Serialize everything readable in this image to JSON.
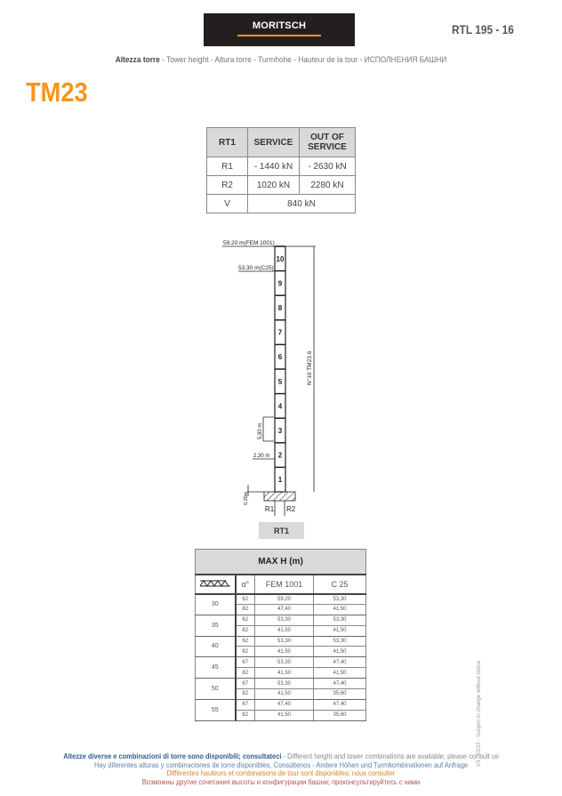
{
  "header": {
    "logo": "MORITSCH",
    "code": "RTL 195 - 16",
    "subtitle_bold": "Altezza torre",
    "subtitle_rest": " - Tower height - Altura torre -  Turmhohe - Hauteur de la tour - ИСПОЛНЕНИЯ БАШНИ",
    "model": "TM23"
  },
  "reactions": {
    "headers": [
      "RT1",
      "SERVICE",
      "OUT OF SERVICE"
    ],
    "rows": [
      [
        "R1",
        "- 1440 kN",
        "- 2630 kN"
      ],
      [
        "R2",
        "1020 kN",
        "2280 kN"
      ]
    ],
    "v_label": "V",
    "v_value": "840 kN"
  },
  "diagram": {
    "top_label": "59.20 m(FEM 1001)",
    "c25_label": "53.30 m(C25)",
    "section_label": "5,90 m",
    "first_label": "2,30 m",
    "base_label": "0,20m",
    "dimension_label": "N°10 TM23.6",
    "segments": [
      "1",
      "2",
      "3",
      "4",
      "5",
      "6",
      "7",
      "8",
      "9",
      "10"
    ],
    "r1": "R1",
    "r2": "R2",
    "base_name": "RT1"
  },
  "maxh": {
    "title": "MAX H (m)",
    "col_alpha": "α°",
    "col_fem": "FEM 1001",
    "col_c25": "C 25",
    "groups": [
      {
        "jib": "30",
        "rows": [
          [
            "62",
            "59,20",
            "53,30"
          ],
          [
            "82",
            "47,40",
            "41,50"
          ]
        ]
      },
      {
        "jib": "35",
        "rows": [
          [
            "62",
            "53,30",
            "53,30"
          ],
          [
            "82",
            "41,50",
            "41,50"
          ]
        ]
      },
      {
        "jib": "40",
        "rows": [
          [
            "62",
            "53,30",
            "53,30"
          ],
          [
            "82",
            "41,50",
            "41,50"
          ]
        ]
      },
      {
        "jib": "45",
        "rows": [
          [
            "67",
            "53,30",
            "47,40"
          ],
          [
            "82",
            "41,50",
            "41,50"
          ]
        ]
      },
      {
        "jib": "50",
        "rows": [
          [
            "67",
            "53,30",
            "47,40"
          ],
          [
            "82",
            "41,50",
            "35,60"
          ]
        ]
      },
      {
        "jib": "55",
        "rows": [
          [
            "67",
            "47,40",
            "47,40"
          ],
          [
            "82",
            "41,50",
            "35,60"
          ]
        ]
      }
    ]
  },
  "footer": {
    "l1_bold": "Altezze diverse e combinazioni di torre sono disponibili; consultateci",
    "l1_rest": " - Different height and tower combinations are available; please consult us",
    "l2": "Hay diferentes alturas y combinaciones de torre disponibles. Consúltenos - Andere Höhen und Turmkombinationen auf Anfrage",
    "l3": "Différentes hauteurs et combinaisons de tour sont disponibles; nous consulter",
    "l4": "Возможны другие сочетания высоты и конфигурации башни; проконсультируйтесь с нами",
    "version": "V3 - 10/22 - Subject to change without notice"
  },
  "colors": {
    "accent": "#f7941d",
    "logo_bg": "#231f20",
    "header_gray": "#d9d9d9"
  }
}
